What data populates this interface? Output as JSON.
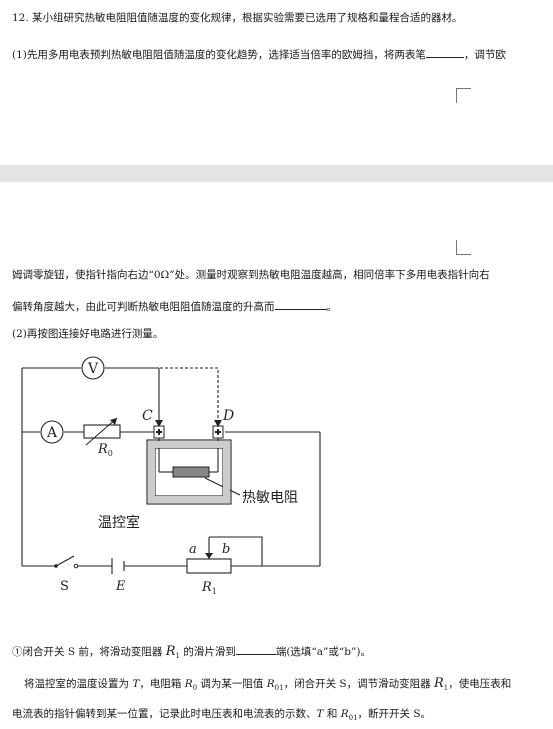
{
  "question": {
    "number": "12.",
    "intro": "某小组研究热敏电阻阻值随温度的变化规律，根据实验需要已选用了规格和量程合适的器材。",
    "part1_a": "(1)先用多用电表预判热敏电阻阻值随温度的变化趋势，选择适当倍率的欧姆挡，将两表笔",
    "part1_b": "，调节欧",
    "part1_c1": "姆调零旋钮，使指针指向右边“0Ω”处。测量时观察到热敏电阻温度越高，相同倍率下多用电表指针向右",
    "part1_c2": "偏转角度越大，由此可判断热敏电阻阻值随温度的升高而",
    "part1_c2_end": "。",
    "part2": "(2)再按图连接好电路进行测量。",
    "step1_a": "①闭合开关 S 前，将滑动变阻器 ",
    "step1_var": "R",
    "step1_sub": "1",
    "step1_b": " 的滑片滑到",
    "step1_c": "端(选填“a”或“b”)。",
    "step2_a": "将温控室的温度设置为 ",
    "step2_T": "T",
    "step2_b": "，电阻箱 ",
    "step2_R0": "R",
    "step2_R0sub": "0",
    "step2_c": " 调为某一阻值 ",
    "step2_R01": "R",
    "step2_R01sub": "01",
    "step2_d": "，闭合开关 S，调节滑动变阻器 ",
    "step2_R1": "R",
    "step2_R1sub": "1",
    "step2_e": "，使电压表和",
    "step3_a": "电流表的指针偏转到某一位置，记录此时电压表和电流表的示数、",
    "step3_T": "T",
    "step3_b": " 和 ",
    "step3_R": "R",
    "step3_Rsub": "01",
    "step3_c": "，断开开关 S。"
  },
  "circuit": {
    "voltmeter": "V",
    "ammeter": "A",
    "terminal_c": "C",
    "terminal_d": "D",
    "box_label": "R",
    "box_sub": "0",
    "thermistor": "热敏电阻",
    "chamber": "温控室",
    "slider_a": "a",
    "slider_b": "b",
    "switch": "S",
    "battery": "E",
    "rheostat": "R",
    "rheostat_sub": "1"
  }
}
